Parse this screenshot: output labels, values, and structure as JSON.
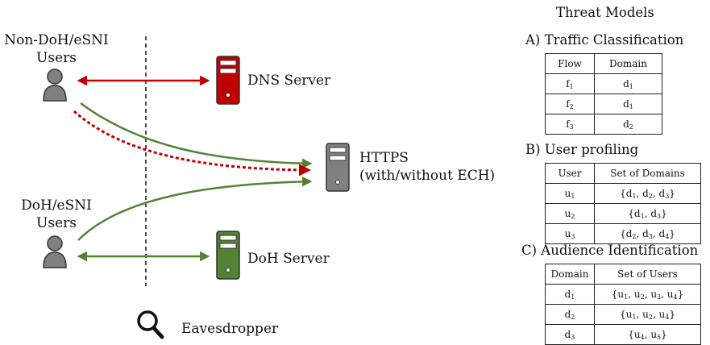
{
  "labels": {
    "non_doh_users": "Non-DoH/eSNI\nUsers",
    "doh_users": "DoH/eSNI\nUsers",
    "dns_server": "DNS Server",
    "https_server": "HTTPS\n(with/without ECH)",
    "doh_server": "DoH Server",
    "eavesdropper": "Eavesdropper"
  },
  "threat_models": {
    "title": "Threat Models",
    "traffic_classification": {
      "heading": "A) Traffic Classification",
      "columns": [
        "Flow",
        "Domain"
      ],
      "rows": [
        [
          {
            "b": "f",
            "s": "1"
          },
          {
            "b": "d",
            "s": "1"
          }
        ],
        [
          {
            "b": "f",
            "s": "2"
          },
          {
            "b": "d",
            "s": "1"
          }
        ],
        [
          {
            "b": "f",
            "s": "3"
          },
          {
            "b": "d",
            "s": "2"
          }
        ]
      ]
    },
    "user_profiling": {
      "heading": "B) User profiling",
      "columns": [
        "User",
        "Set of Domains"
      ],
      "rows": [
        [
          {
            "b": "u",
            "s": "1"
          },
          {
            "set": "d",
            "items": [
              "1",
              "2",
              "3"
            ]
          }
        ],
        [
          {
            "b": "u",
            "s": "2"
          },
          {
            "set": "d",
            "items": [
              "1",
              "3"
            ]
          }
        ],
        [
          {
            "b": "u",
            "s": "3"
          },
          {
            "set": "d",
            "items": [
              "2",
              "3",
              "4"
            ]
          }
        ]
      ]
    },
    "audience_identification": {
      "heading": "C) Audience Identification",
      "columns": [
        "Domain",
        "Set of Users"
      ],
      "rows": [
        [
          {
            "b": "d",
            "s": "1"
          },
          {
            "set": "u",
            "items": [
              "1",
              "2",
              "3",
              "4"
            ]
          }
        ],
        [
          {
            "b": "d",
            "s": "2"
          },
          {
            "set": "u",
            "items": [
              "1",
              "2",
              "4"
            ]
          }
        ],
        [
          {
            "b": "d",
            "s": "3"
          },
          {
            "set": "u",
            "items": [
              "4",
              "5"
            ]
          }
        ]
      ]
    }
  },
  "colors": {
    "dns": "#c00000",
    "doh": "#548235",
    "https": "#7f7f7f",
    "user": "#7f7f7f"
  }
}
